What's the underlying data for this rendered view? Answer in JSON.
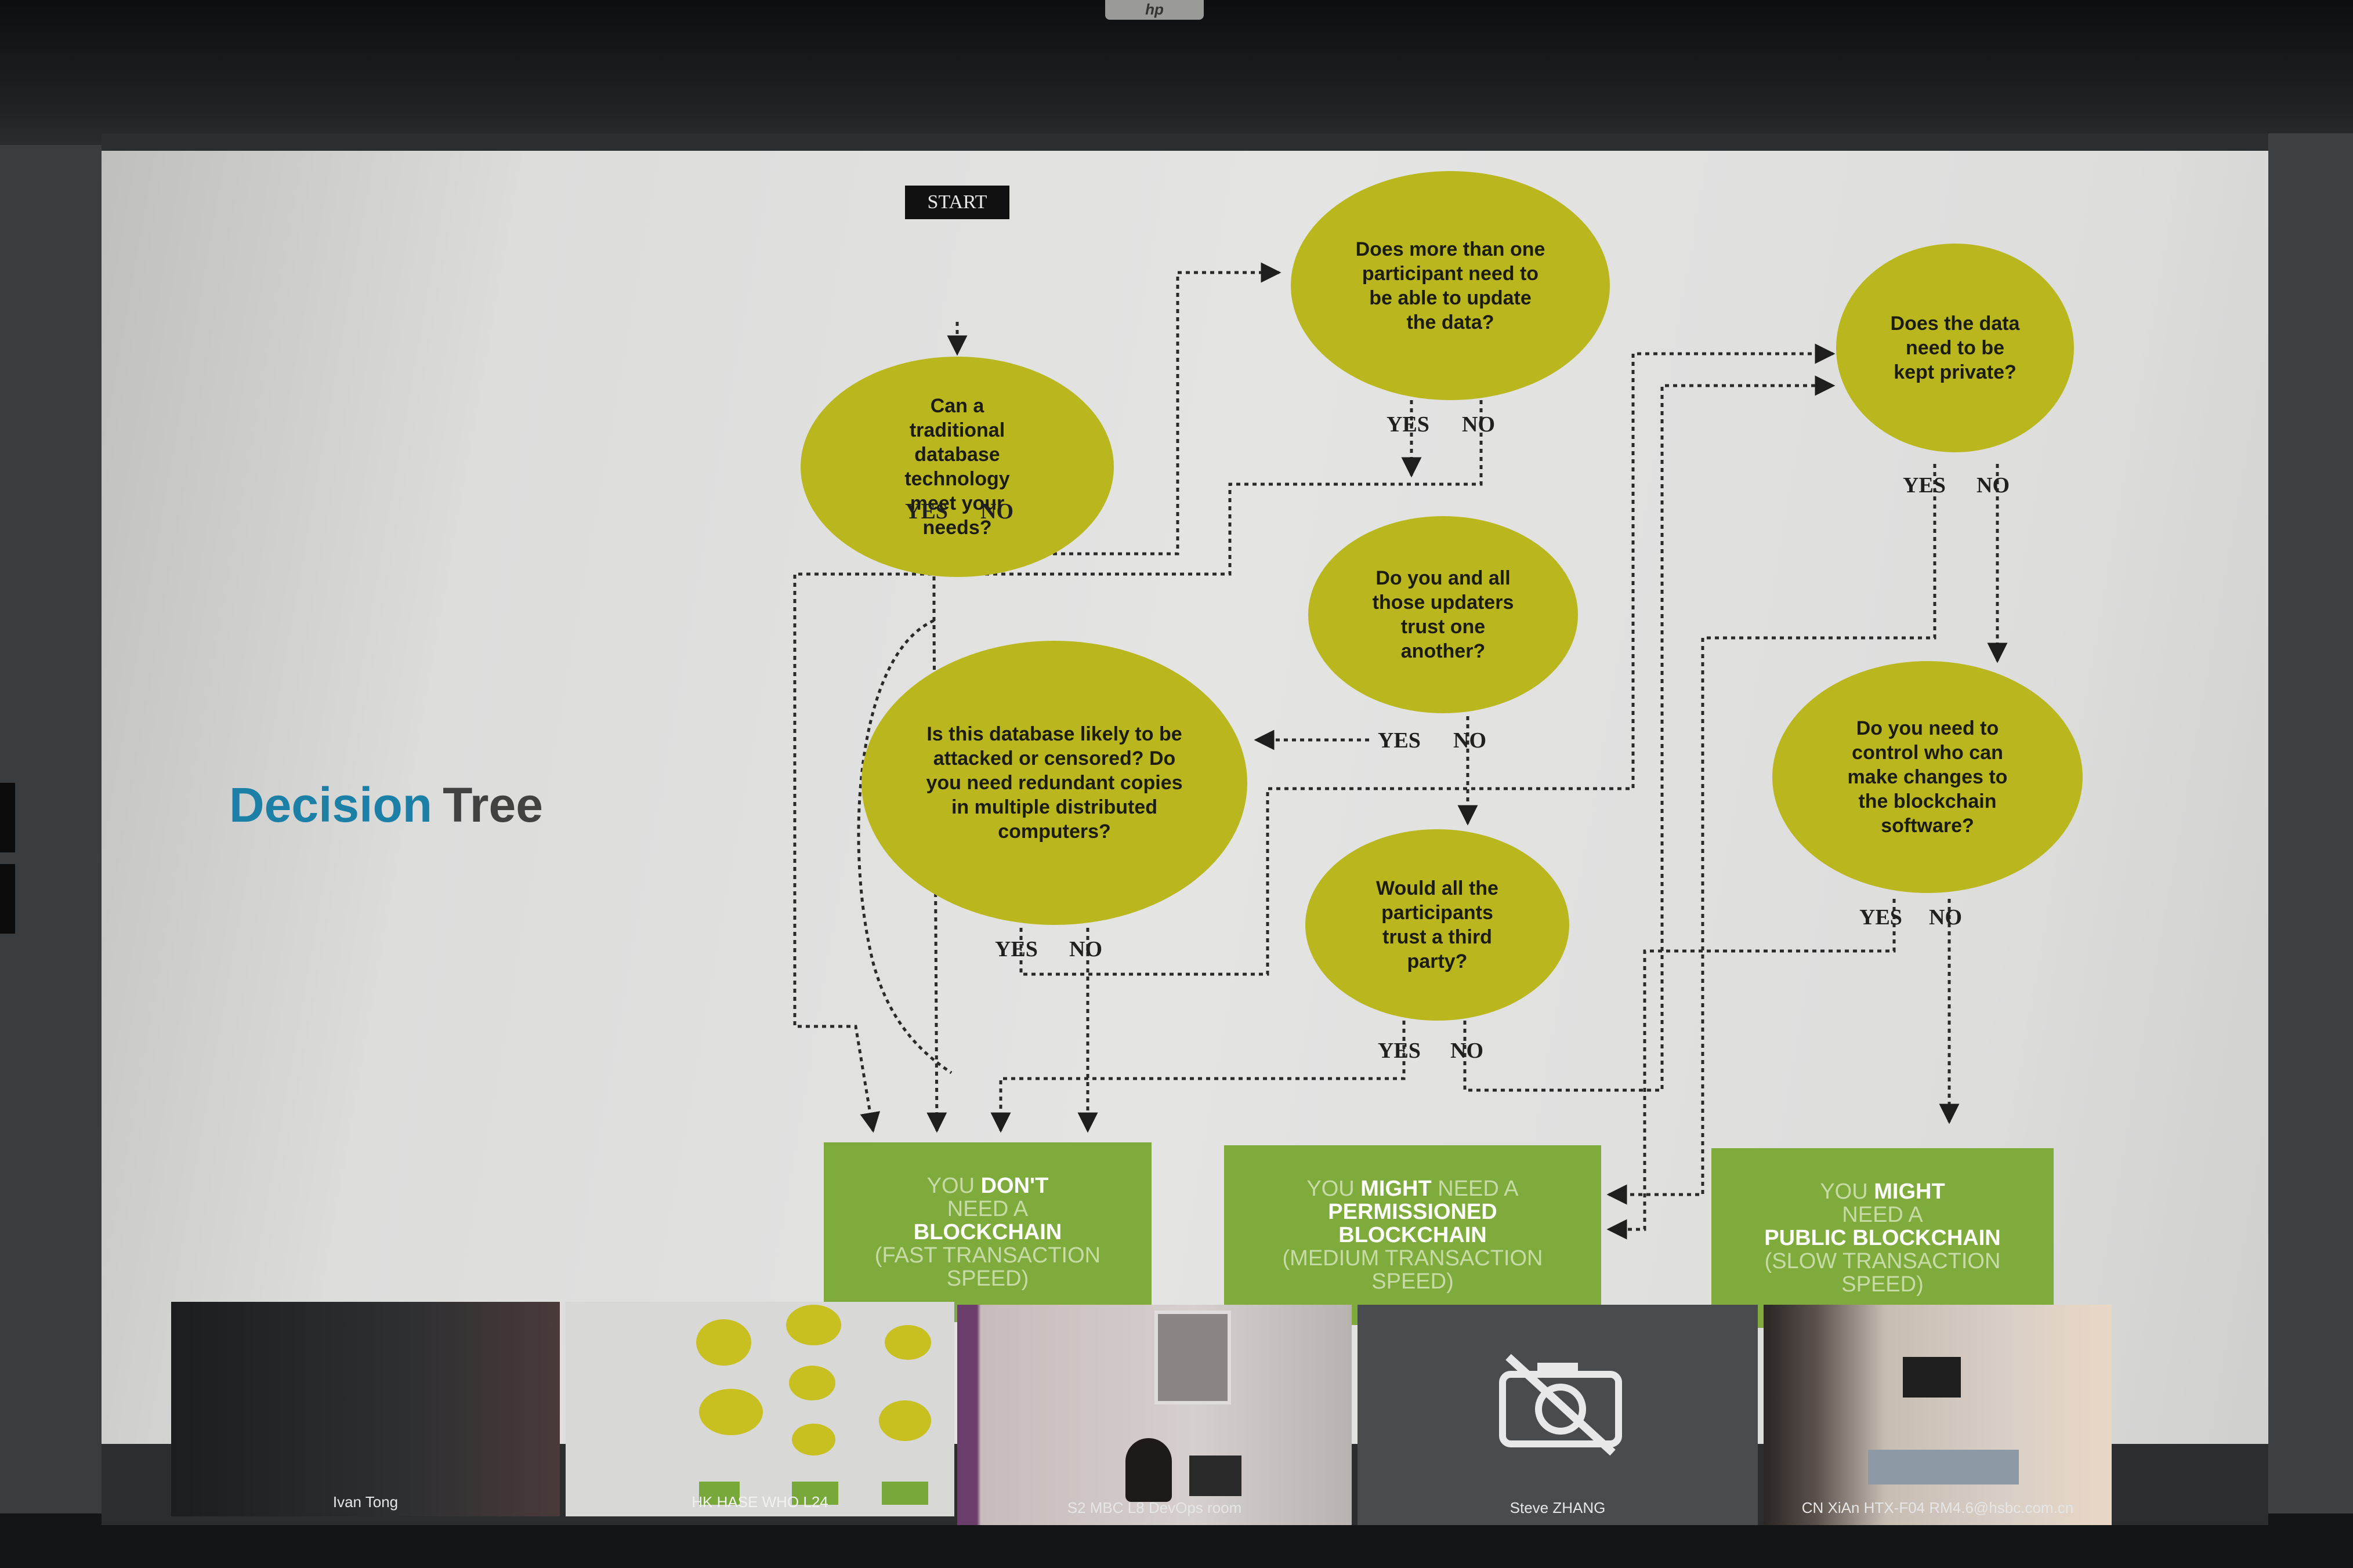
{
  "slide": {
    "title_word1": "Decision",
    "title_word2": "Tree"
  },
  "flow": {
    "start": "START",
    "q1": "Can a traditional database technology meet your needs?",
    "q2": "Does more than one participant need to be able to update the data?",
    "q3": "Does the data need to be kept private?",
    "q4": "Do you and all those updaters trust one another?",
    "q5": "Is this database likely to be attacked or censored? Do you need redundant copies in multiple distributed computers?",
    "q6": "Would all the participants trust a third party?",
    "q7": "Do you need to control who can make changes to the blockchain software?",
    "yes": "YES",
    "no": "NO"
  },
  "outcomes": [
    {
      "pre": "YOU",
      "strong": "DON'T",
      "mid": "NEED A",
      "key": "BLOCKCHAIN",
      "post": "(FAST TRANSACTION SPEED)"
    },
    {
      "pre": "YOU",
      "strong": "MIGHT",
      "mid": "NEED A",
      "key": "PERMISSIONED BLOCKCHAIN",
      "post": "(MEDIUM TRANSACTION SPEED)"
    },
    {
      "pre": "YOU",
      "strong": "MIGHT",
      "mid": "NEED A",
      "key": "PUBLIC BLOCKCHAIN",
      "post": "(SLOW TRANSACTION SPEED)"
    }
  ],
  "participants": [
    {
      "name": "Ivan Tong"
    },
    {
      "name": "HK HASE WHO L24"
    },
    {
      "name": "S2 MBC L8 DevOps room"
    },
    {
      "name": "Steve ZHANG"
    },
    {
      "name": "CN XiAn HTX-F04 RM4.6@hsbc.com.cn"
    }
  ],
  "icons": {
    "camera_off": "camera-off-icon"
  },
  "colors": {
    "node": "#b9b71d",
    "result": "#7eab3c",
    "title_accent": "#1b7fa6"
  }
}
